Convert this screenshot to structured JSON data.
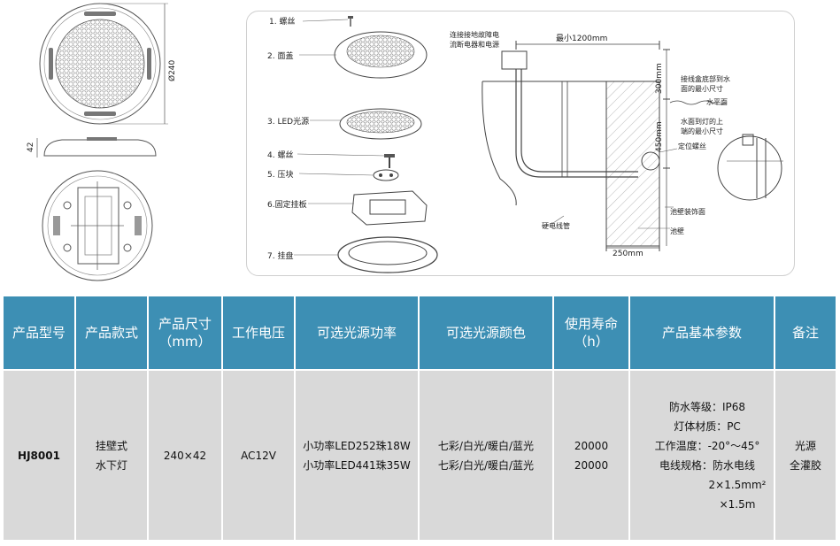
{
  "drawing": {
    "dim_diameter": "Ø240",
    "dim_height": "42",
    "parts": [
      {
        "label": "1. 螺丝"
      },
      {
        "label": "2. 面盖"
      },
      {
        "label": "3. LED光源"
      },
      {
        "label": "4. 螺丝"
      },
      {
        "label": "5. 压块"
      },
      {
        "label": "6.固定挂板"
      },
      {
        "label": "7. 挂盘"
      }
    ],
    "install": {
      "power_note_1": "连接接地故障电",
      "power_note_2": "流断电器和电源",
      "min_distance": "最小1200mm",
      "dim_300": "300mm",
      "note_300_1": "接线盒底部到水",
      "note_300_2": "面的最小尺寸",
      "water_level": "水平面",
      "dim_450": "450mm",
      "note_450_1": "水面到灯的上",
      "note_450_2": "端的最小尺寸",
      "locate_screw": "定位螺丝",
      "wall_deco": "池壁装饰面",
      "conduit": "硬电线管",
      "wall": "池壁",
      "dim_250": "250mm"
    }
  },
  "table": {
    "headers": [
      {
        "line1": "产品型号",
        "line2": ""
      },
      {
        "line1": "产品款式",
        "line2": ""
      },
      {
        "line1": "产品尺寸",
        "line2": "（mm）"
      },
      {
        "line1": "工作电压",
        "line2": ""
      },
      {
        "line1": "可选光源功率",
        "line2": ""
      },
      {
        "line1": "可选光源颜色",
        "line2": ""
      },
      {
        "line1": "使用寿命",
        "line2": "（h）"
      },
      {
        "line1": "产品基本参数",
        "line2": ""
      },
      {
        "line1": "备注",
        "line2": ""
      }
    ],
    "row": {
      "model": "HJ8001",
      "style_1": "挂壁式",
      "style_2": "水下灯",
      "size": "240×42",
      "voltage": "AC12V",
      "power_1": "小功率LED252珠18W",
      "power_2": "小功率LED441珠35W",
      "color_1": "七彩/白光/暖白/蓝光",
      "color_2": "七彩/白光/暖白/蓝光",
      "life_1": "20000",
      "life_2": "20000",
      "param_1": "防水等级：IP68",
      "param_2": "灯体材质：PC",
      "param_3": "工作温度：-20°～45°",
      "param_4": "电线规格：防水电线",
      "param_5": "2×1.5mm²",
      "param_6": "×1.5m",
      "note_1": "光源",
      "note_2": "全灌胶"
    }
  }
}
